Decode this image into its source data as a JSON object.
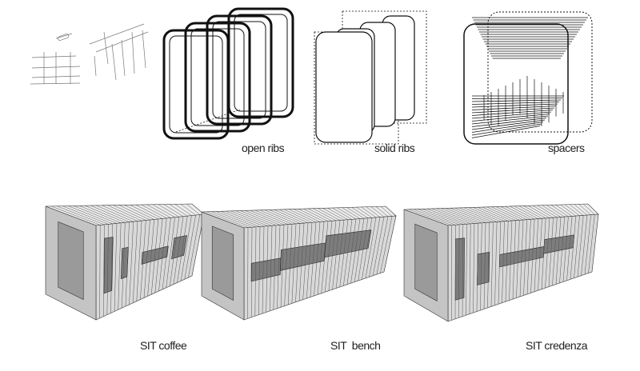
{
  "top_row": {
    "labels": [
      "open ribs",
      "solid ribs",
      "spacers"
    ]
  },
  "bottom_row": {
    "labels": [
      "SIT coffee",
      "SIT  bench",
      "SIT credenza"
    ]
  },
  "colors": {
    "line": "#111111",
    "face": "#d9d9d9",
    "face_dark": "#a8a8a8",
    "face_light": "#ececec"
  }
}
